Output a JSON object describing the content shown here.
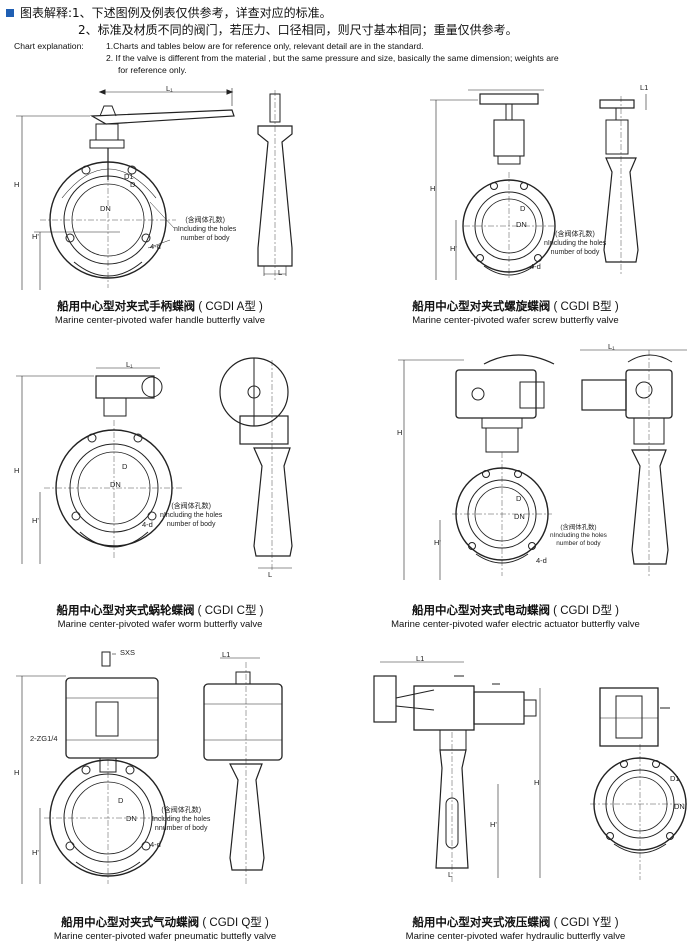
{
  "header": {
    "cn_line1": "图表解释:1、下述图例及例表仅供参考，详查对应的标准。",
    "cn_line2": "2、标准及材质不同的阀门，若压力、口径相同，则尺寸基本相同；重量仅供参考。",
    "en_label": "Chart explanation:",
    "en_line1": "1.Charts and tables below are for reference only, relevant detail are in the standard.",
    "en_line2": "2. If the valve is different from the material , but the same pressure and size, basically the same dimension; weights are",
    "en_line3": "for reference only."
  },
  "labels": {
    "L1": "L₁",
    "L1_plain": "L1",
    "L": "L",
    "H": "H",
    "H1": "H'",
    "D": "D",
    "D1": "D1",
    "DN": "DN",
    "nd": "4-d",
    "zg": "2-ZG1/4",
    "sxs": "SXS"
  },
  "note": {
    "cn": "(含阀体孔数)",
    "n": "n",
    "en1": "Including the holes",
    "en2": "number of body"
  },
  "panels": [
    {
      "cn": "船用中心型对夹式手柄蝶阀",
      "code": "CGDI A型",
      "en": "Marine center-pivoted wafer handle butterfly valve"
    },
    {
      "cn": "船用中心型对夹式螺旋蝶阀",
      "code": "CGDI B型",
      "en": "Marine center-pivoted wafer screw butterfly valve"
    },
    {
      "cn": "船用中心型对夹式蜗轮蝶阀",
      "code": "CGDI C型",
      "en": "Marine center-pivoted wafer worm butterfly valve"
    },
    {
      "cn": "船用中心型对夹式电动蝶阀",
      "code": "CGDI D型",
      "en": "Marine center-pivoted wafer electric actuator butterfly valve"
    },
    {
      "cn": "船用中心型对夹式气动蝶阀",
      "code": "CGDI Q型",
      "en": "Marine center-pivoted wafer pneumatic buttefly valve"
    },
    {
      "cn": "船用中心型对夹式液压蝶阀",
      "code": "CGDI Y型",
      "en": "Marine center-pivoted wafer hydraulic butterfly valve"
    }
  ]
}
